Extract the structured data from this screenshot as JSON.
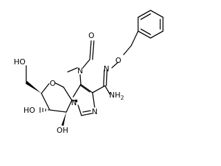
{
  "atoms": {
    "o_formyl": "O",
    "n_amide": "N",
    "n_oxime": "N",
    "o_oxime": "O",
    "n_ring1": "N",
    "n_ring3": "N",
    "o_furanose": "O",
    "oh_c5": "HO",
    "oh_c3": "HO",
    "oh_c2": "OH",
    "nh2_main": "NH",
    "nh2_sub": "2"
  }
}
